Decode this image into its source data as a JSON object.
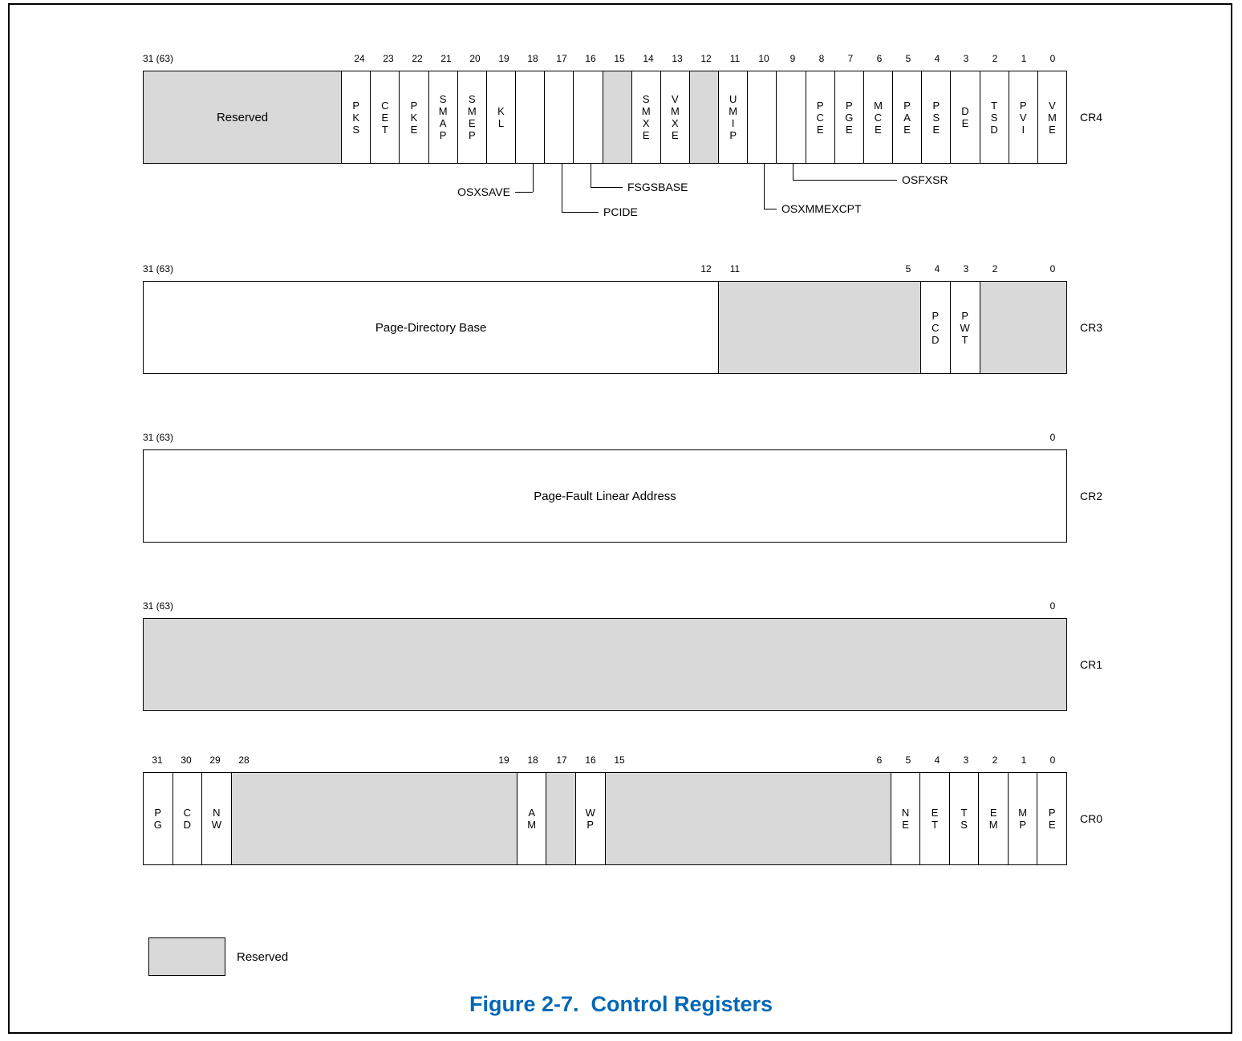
{
  "caption": "Figure 2-7.  Control Registers",
  "legend": {
    "label": "Reserved"
  },
  "colors": {
    "reserved_fill": "#d9d9d9",
    "caption": "#0068b5",
    "line": "#000000"
  },
  "registers": [
    {
      "name": "CR4",
      "bit_labels": [
        {
          "bit": 31,
          "text": "31 (63)",
          "align": "left"
        },
        {
          "bit": 24,
          "text": "24"
        },
        {
          "bit": 23,
          "text": "23"
        },
        {
          "bit": 22,
          "text": "22"
        },
        {
          "bit": 21,
          "text": "21"
        },
        {
          "bit": 20,
          "text": "20"
        },
        {
          "bit": 19,
          "text": "19"
        },
        {
          "bit": 18,
          "text": "18"
        },
        {
          "bit": 17,
          "text": "17"
        },
        {
          "bit": 16,
          "text": "16"
        },
        {
          "bit": 15,
          "text": "15"
        },
        {
          "bit": 14,
          "text": "14"
        },
        {
          "bit": 13,
          "text": "13"
        },
        {
          "bit": 12,
          "text": "12"
        },
        {
          "bit": 11,
          "text": "11"
        },
        {
          "bit": 10,
          "text": "10"
        },
        {
          "bit": 9,
          "text": "9"
        },
        {
          "bit": 8,
          "text": "8"
        },
        {
          "bit": 7,
          "text": "7"
        },
        {
          "bit": 6,
          "text": "6"
        },
        {
          "bit": 5,
          "text": "5"
        },
        {
          "bit": 4,
          "text": "4"
        },
        {
          "bit": 3,
          "text": "3"
        },
        {
          "bit": 2,
          "text": "2"
        },
        {
          "bit": 1,
          "text": "1"
        },
        {
          "bit": 0,
          "text": "0"
        }
      ],
      "fields": [
        {
          "label": "Reserved",
          "bits": 7,
          "reserved": true,
          "horizontal": true
        },
        {
          "label": "PKS",
          "bits": 1
        },
        {
          "label": "CET",
          "bits": 1
        },
        {
          "label": "PKE",
          "bits": 1
        },
        {
          "label": "SMAP",
          "bits": 1
        },
        {
          "label": "SMEP",
          "bits": 1
        },
        {
          "label": "KL",
          "bits": 1
        },
        {
          "label": "",
          "bits": 1
        },
        {
          "label": "",
          "bits": 1
        },
        {
          "label": "",
          "bits": 1
        },
        {
          "label": "",
          "bits": 1,
          "reserved": true
        },
        {
          "label": "SMXE",
          "bits": 1
        },
        {
          "label": "VMXE",
          "bits": 1
        },
        {
          "label": "",
          "bits": 1,
          "reserved": true
        },
        {
          "label": "UMIP",
          "bits": 1
        },
        {
          "label": "",
          "bits": 1
        },
        {
          "label": "",
          "bits": 1
        },
        {
          "label": "PCE",
          "bits": 1
        },
        {
          "label": "PGE",
          "bits": 1
        },
        {
          "label": "MCE",
          "bits": 1
        },
        {
          "label": "PAE",
          "bits": 1
        },
        {
          "label": "PSE",
          "bits": 1
        },
        {
          "label": "DE",
          "bits": 1
        },
        {
          "label": "TSD",
          "bits": 1
        },
        {
          "label": "PVI",
          "bits": 1
        },
        {
          "label": "VME",
          "bits": 1
        }
      ],
      "callouts": [
        {
          "label": "OSXSAVE",
          "bit": 18,
          "side": "left",
          "drop": 35,
          "ext": 22
        },
        {
          "label": "PCIDE",
          "bit": 17,
          "side": "right",
          "drop": 60,
          "ext": 46
        },
        {
          "label": "FSGSBASE",
          "bit": 16,
          "side": "right",
          "drop": 29,
          "ext": 40
        },
        {
          "label": "OSXMMEXCPT",
          "bit": 10,
          "side": "right",
          "drop": 56,
          "ext": 16
        },
        {
          "label": "OSFXSR",
          "bit": 9,
          "side": "right",
          "drop": 20,
          "ext": 130
        }
      ]
    },
    {
      "name": "CR3",
      "bit_labels": [
        {
          "bit": 31,
          "text": "31 (63)",
          "align": "left"
        },
        {
          "bit": 12,
          "text": "12"
        },
        {
          "bit": 11,
          "text": "11"
        },
        {
          "bit": 5,
          "text": "5"
        },
        {
          "bit": 4,
          "text": "4"
        },
        {
          "bit": 3,
          "text": "3"
        },
        {
          "bit": 2,
          "text": "2"
        },
        {
          "bit": 0,
          "text": "0"
        }
      ],
      "fields": [
        {
          "label": "Page-Directory Base",
          "bits": 20,
          "horizontal": true
        },
        {
          "label": "",
          "bits": 7,
          "reserved": true
        },
        {
          "label": "PCD",
          "bits": 1
        },
        {
          "label": "PWT",
          "bits": 1
        },
        {
          "label": "",
          "bits": 3,
          "reserved": true
        }
      ],
      "callouts": []
    },
    {
      "name": "CR2",
      "bit_labels": [
        {
          "bit": 31,
          "text": "31 (63)",
          "align": "left"
        },
        {
          "bit": 0,
          "text": "0"
        }
      ],
      "fields": [
        {
          "label": "Page-Fault Linear Address",
          "bits": 32,
          "horizontal": true
        }
      ],
      "callouts": []
    },
    {
      "name": "CR1",
      "bit_labels": [
        {
          "bit": 31,
          "text": "31 (63)",
          "align": "left"
        },
        {
          "bit": 0,
          "text": "0"
        }
      ],
      "fields": [
        {
          "label": "",
          "bits": 32,
          "reserved": true
        }
      ],
      "callouts": []
    },
    {
      "name": "CR0",
      "bit_labels": [
        {
          "bit": 31,
          "text": "31"
        },
        {
          "bit": 30,
          "text": "30"
        },
        {
          "bit": 29,
          "text": "29"
        },
        {
          "bit": 28,
          "text": "28"
        },
        {
          "bit": 19,
          "text": "19"
        },
        {
          "bit": 18,
          "text": "18"
        },
        {
          "bit": 17,
          "text": "17"
        },
        {
          "bit": 16,
          "text": "16"
        },
        {
          "bit": 15,
          "text": "15"
        },
        {
          "bit": 6,
          "text": "6"
        },
        {
          "bit": 5,
          "text": "5"
        },
        {
          "bit": 4,
          "text": "4"
        },
        {
          "bit": 3,
          "text": "3"
        },
        {
          "bit": 2,
          "text": "2"
        },
        {
          "bit": 1,
          "text": "1"
        },
        {
          "bit": 0,
          "text": "0"
        }
      ],
      "fields": [
        {
          "label": "PG",
          "bits": 1
        },
        {
          "label": "CD",
          "bits": 1
        },
        {
          "label": "NW",
          "bits": 1
        },
        {
          "label": "",
          "bits": 10,
          "reserved": true
        },
        {
          "label": "AM",
          "bits": 1
        },
        {
          "label": "",
          "bits": 1,
          "reserved": true
        },
        {
          "label": "WP",
          "bits": 1
        },
        {
          "label": "",
          "bits": 10,
          "reserved": true
        },
        {
          "label": "NE",
          "bits": 1
        },
        {
          "label": "ET",
          "bits": 1
        },
        {
          "label": "TS",
          "bits": 1
        },
        {
          "label": "EM",
          "bits": 1
        },
        {
          "label": "MP",
          "bits": 1
        },
        {
          "label": "PE",
          "bits": 1
        }
      ],
      "callouts": []
    }
  ]
}
